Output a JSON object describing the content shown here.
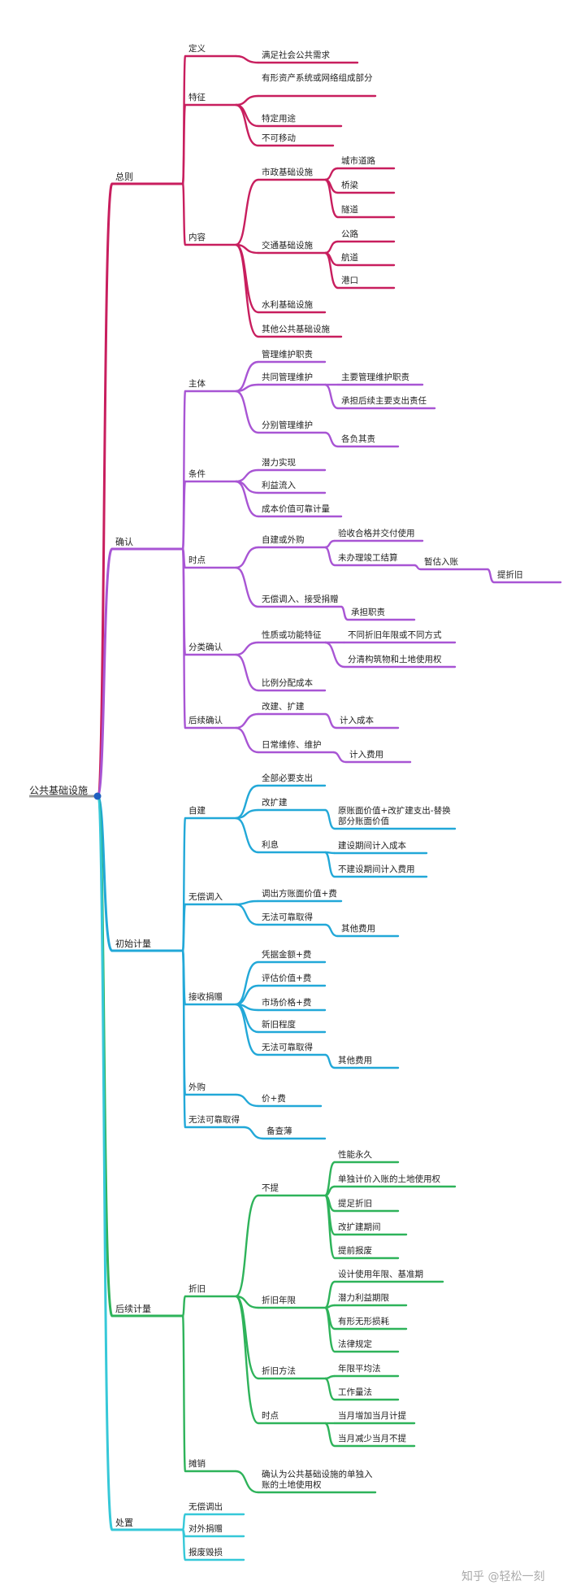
{
  "colors": {
    "zongze": "#c81e5e",
    "queren": "#a855d4",
    "chushi": "#22a8d8",
    "houxu": "#2eb35a",
    "chuzhi": "#36c8d8",
    "root": "#888888",
    "dot": "#2060c0"
  },
  "watermark": "知乎 @轻松一刻",
  "nodes": [
    {
      "id": "root",
      "text": "公共基础设施",
      "parent": null
    },
    {
      "id": "zz",
      "text": "总则",
      "parent": "root",
      "branch": "zongze"
    },
    {
      "id": "zz_dy",
      "text": "定义",
      "parent": "zz",
      "branch": "zongze"
    },
    {
      "id": "zz_dy_1",
      "text": "满足社会公共需求",
      "parent": "zz_dy",
      "branch": "zongze"
    },
    {
      "id": "zz_tz",
      "text": "特征",
      "parent": "zz",
      "branch": "zongze"
    },
    {
      "id": "zz_tz_1",
      "text": "有形资产系统或网络组成部分",
      "parent": "zz_tz",
      "branch": "zongze"
    },
    {
      "id": "zz_tz_2",
      "text": "特定用途",
      "parent": "zz_tz",
      "branch": "zongze"
    },
    {
      "id": "zz_tz_3",
      "text": "不可移动",
      "parent": "zz_tz",
      "branch": "zongze"
    },
    {
      "id": "zz_nr",
      "text": "内容",
      "parent": "zz",
      "branch": "zongze"
    },
    {
      "id": "zz_nr_sz",
      "text": "市政基础设施",
      "parent": "zz_nr",
      "branch": "zongze"
    },
    {
      "id": "zz_nr_sz_1",
      "text": "城市道路",
      "parent": "zz_nr_sz",
      "branch": "zongze"
    },
    {
      "id": "zz_nr_sz_2",
      "text": "桥梁",
      "parent": "zz_nr_sz",
      "branch": "zongze"
    },
    {
      "id": "zz_nr_sz_3",
      "text": "隧道",
      "parent": "zz_nr_sz",
      "branch": "zongze"
    },
    {
      "id": "zz_nr_jt",
      "text": "交通基础设施",
      "parent": "zz_nr",
      "branch": "zongze"
    },
    {
      "id": "zz_nr_jt_1",
      "text": "公路",
      "parent": "zz_nr_jt",
      "branch": "zongze"
    },
    {
      "id": "zz_nr_jt_2",
      "text": "航道",
      "parent": "zz_nr_jt",
      "branch": "zongze"
    },
    {
      "id": "zz_nr_jt_3",
      "text": "港口",
      "parent": "zz_nr_jt",
      "branch": "zongze"
    },
    {
      "id": "zz_nr_sl",
      "text": "水利基础设施",
      "parent": "zz_nr",
      "branch": "zongze"
    },
    {
      "id": "zz_nr_qt",
      "text": "其他公共基础设施",
      "parent": "zz_nr",
      "branch": "zongze"
    },
    {
      "id": "qr",
      "text": "确认",
      "parent": "root",
      "branch": "queren"
    },
    {
      "id": "qr_zt",
      "text": "主体",
      "parent": "qr",
      "branch": "queren"
    },
    {
      "id": "qr_zt_1",
      "text": "管理维护职责",
      "parent": "qr_zt",
      "branch": "queren"
    },
    {
      "id": "qr_zt_2",
      "text": "共同管理维护",
      "parent": "qr_zt",
      "branch": "queren"
    },
    {
      "id": "qr_zt_2a",
      "text": "主要管理维护职责",
      "parent": "qr_zt_2",
      "branch": "queren"
    },
    {
      "id": "qr_zt_2b",
      "text": "承担后续主要支出责任",
      "parent": "qr_zt_2",
      "branch": "queren"
    },
    {
      "id": "qr_zt_3",
      "text": "分别管理维护",
      "parent": "qr_zt",
      "branch": "queren"
    },
    {
      "id": "qr_zt_3a",
      "text": "各负其责",
      "parent": "qr_zt_3",
      "branch": "queren"
    },
    {
      "id": "qr_tj",
      "text": "条件",
      "parent": "qr",
      "branch": "queren"
    },
    {
      "id": "qr_tj_1",
      "text": "潜力实现",
      "parent": "qr_tj",
      "branch": "queren"
    },
    {
      "id": "qr_tj_2",
      "text": "利益流入",
      "parent": "qr_tj",
      "branch": "queren"
    },
    {
      "id": "qr_tj_3",
      "text": "成本价值可靠计量",
      "parent": "qr_tj",
      "branch": "queren"
    },
    {
      "id": "qr_sd",
      "text": "时点",
      "parent": "qr",
      "branch": "queren"
    },
    {
      "id": "qr_sd_1",
      "text": "自建或外购",
      "parent": "qr_sd",
      "branch": "queren"
    },
    {
      "id": "qr_sd_1a",
      "text": "验收合格并交付使用",
      "parent": "qr_sd_1",
      "branch": "queren"
    },
    {
      "id": "qr_sd_1b",
      "text": "未办理竣工结算",
      "parent": "qr_sd_1",
      "branch": "queren"
    },
    {
      "id": "qr_sd_1b1",
      "text": "暂估入账",
      "parent": "qr_sd_1b",
      "branch": "queren"
    },
    {
      "id": "qr_sd_1b2",
      "text": "提折旧",
      "parent": "qr_sd_1b1",
      "branch": "queren"
    },
    {
      "id": "qr_sd_2",
      "text": "无偿调入、接受捐赠",
      "parent": "qr_sd",
      "branch": "queren"
    },
    {
      "id": "qr_sd_2a",
      "text": "承担职责",
      "parent": "qr_sd_2",
      "branch": "queren"
    },
    {
      "id": "qr_fl",
      "text": "分类确认",
      "parent": "qr",
      "branch": "queren"
    },
    {
      "id": "qr_fl_1",
      "text": "性质或功能特征",
      "parent": "qr_fl",
      "branch": "queren"
    },
    {
      "id": "qr_fl_1a",
      "text": "不同折旧年限或不同方式",
      "parent": "qr_fl_1",
      "branch": "queren"
    },
    {
      "id": "qr_fl_1b",
      "text": "分清构筑物和土地使用权",
      "parent": "qr_fl_1",
      "branch": "queren"
    },
    {
      "id": "qr_fl_2",
      "text": "比例分配成本",
      "parent": "qr_fl",
      "branch": "queren"
    },
    {
      "id": "qr_hx",
      "text": "后续确认",
      "parent": "qr",
      "branch": "queren"
    },
    {
      "id": "qr_hx_1",
      "text": "改建、扩建",
      "parent": "qr_hx",
      "branch": "queren"
    },
    {
      "id": "qr_hx_1a",
      "text": "计入成本",
      "parent": "qr_hx_1",
      "branch": "queren"
    },
    {
      "id": "qr_hx_2",
      "text": "日常维修、维护",
      "parent": "qr_hx",
      "branch": "queren"
    },
    {
      "id": "qr_hx_2a",
      "text": "计入费用",
      "parent": "qr_hx_2",
      "branch": "queren"
    },
    {
      "id": "cs",
      "text": "初始计量",
      "parent": "root",
      "branch": "chushi"
    },
    {
      "id": "cs_zj",
      "text": "自建",
      "parent": "cs",
      "branch": "chushi"
    },
    {
      "id": "cs_zj_1",
      "text": "全部必要支出",
      "parent": "cs_zj",
      "branch": "chushi"
    },
    {
      "id": "cs_zj_2",
      "text": "改扩建",
      "parent": "cs_zj",
      "branch": "chushi"
    },
    {
      "id": "cs_zj_2a",
      "text": "原账面价值+改扩建支出-替换部分账面价值",
      "parent": "cs_zj_2",
      "branch": "chushi"
    },
    {
      "id": "cs_zj_3",
      "text": "利息",
      "parent": "cs_zj",
      "branch": "chushi"
    },
    {
      "id": "cs_zj_3a",
      "text": "建设期间计入成本",
      "parent": "cs_zj_3",
      "branch": "chushi"
    },
    {
      "id": "cs_zj_3b",
      "text": "不建设期间计入费用",
      "parent": "cs_zj_3",
      "branch": "chushi"
    },
    {
      "id": "cs_wc",
      "text": "无偿调入",
      "parent": "cs",
      "branch": "chushi"
    },
    {
      "id": "cs_wc_1",
      "text": "调出方账面价值+费",
      "parent": "cs_wc",
      "branch": "chushi"
    },
    {
      "id": "cs_wc_2",
      "text": "无法可靠取得",
      "parent": "cs_wc",
      "branch": "chushi"
    },
    {
      "id": "cs_wc_2a",
      "text": "其他费用",
      "parent": "cs_wc_2",
      "branch": "chushi"
    },
    {
      "id": "cs_js",
      "text": "接收捐赠",
      "parent": "cs",
      "branch": "chushi"
    },
    {
      "id": "cs_js_1",
      "text": "凭据金额+费",
      "parent": "cs_js",
      "branch": "chushi"
    },
    {
      "id": "cs_js_2",
      "text": "评估价值+费",
      "parent": "cs_js",
      "branch": "chushi"
    },
    {
      "id": "cs_js_3",
      "text": "市场价格+费",
      "parent": "cs_js",
      "branch": "chushi"
    },
    {
      "id": "cs_js_4",
      "text": "新旧程度",
      "parent": "cs_js",
      "branch": "chushi"
    },
    {
      "id": "cs_js_5",
      "text": "无法可靠取得",
      "parent": "cs_js",
      "branch": "chushi"
    },
    {
      "id": "cs_js_5a",
      "text": "其他费用",
      "parent": "cs_js_5",
      "branch": "chushi"
    },
    {
      "id": "cs_wg",
      "text": "外购",
      "parent": "cs",
      "branch": "chushi"
    },
    {
      "id": "cs_wg_1",
      "text": "价+费",
      "parent": "cs_wg",
      "branch": "chushi"
    },
    {
      "id": "cs_wf",
      "text": "无法可靠取得",
      "parent": "cs",
      "branch": "chushi"
    },
    {
      "id": "cs_wf_1",
      "text": "备查薄",
      "parent": "cs_wf",
      "branch": "chushi"
    },
    {
      "id": "hx",
      "text": "后续计量",
      "parent": "root",
      "branch": "houxu"
    },
    {
      "id": "hx_zj",
      "text": "折旧",
      "parent": "hx",
      "branch": "houxu"
    },
    {
      "id": "hx_zj_bt",
      "text": "不提",
      "parent": "hx_zj",
      "branch": "houxu"
    },
    {
      "id": "hx_zj_bt_1",
      "text": "性能永久",
      "parent": "hx_zj_bt",
      "branch": "houxu"
    },
    {
      "id": "hx_zj_bt_2",
      "text": "单独计价入账的土地使用权",
      "parent": "hx_zj_bt",
      "branch": "houxu"
    },
    {
      "id": "hx_zj_bt_3",
      "text": "提足折旧",
      "parent": "hx_zj_bt",
      "branch": "houxu"
    },
    {
      "id": "hx_zj_bt_4",
      "text": "改扩建期间",
      "parent": "hx_zj_bt",
      "branch": "houxu"
    },
    {
      "id": "hx_zj_bt_5",
      "text": "提前报废",
      "parent": "hx_zj_bt",
      "branch": "houxu"
    },
    {
      "id": "hx_zj_nx",
      "text": "折旧年限",
      "parent": "hx_zj",
      "branch": "houxu"
    },
    {
      "id": "hx_zj_nx_1",
      "text": "设计使用年限、基准期",
      "parent": "hx_zj_nx",
      "branch": "houxu"
    },
    {
      "id": "hx_zj_nx_2",
      "text": "潜力利益期限",
      "parent": "hx_zj_nx",
      "branch": "houxu"
    },
    {
      "id": "hx_zj_nx_3",
      "text": "有形无形损耗",
      "parent": "hx_zj_nx",
      "branch": "houxu"
    },
    {
      "id": "hx_zj_nx_4",
      "text": "法律规定",
      "parent": "hx_zj_nx",
      "branch": "houxu"
    },
    {
      "id": "hx_zj_ff",
      "text": "折旧方法",
      "parent": "hx_zj",
      "branch": "houxu"
    },
    {
      "id": "hx_zj_ff_1",
      "text": "年限平均法",
      "parent": "hx_zj_ff",
      "branch": "houxu"
    },
    {
      "id": "hx_zj_ff_2",
      "text": "工作量法",
      "parent": "hx_zj_ff",
      "branch": "houxu"
    },
    {
      "id": "hx_zj_sd",
      "text": "时点",
      "parent": "hx_zj",
      "branch": "houxu"
    },
    {
      "id": "hx_zj_sd_1",
      "text": "当月增加当月计提",
      "parent": "hx_zj_sd",
      "branch": "houxu"
    },
    {
      "id": "hx_zj_sd_2",
      "text": "当月减少当月不提",
      "parent": "hx_zj_sd",
      "branch": "houxu"
    },
    {
      "id": "hx_tx",
      "text": "摊销",
      "parent": "hx",
      "branch": "houxu"
    },
    {
      "id": "hx_tx_1",
      "text": "确认为公共基础设施的单独入账的土地使用权",
      "parent": "hx_tx",
      "branch": "houxu"
    },
    {
      "id": "cz",
      "text": "处置",
      "parent": "root",
      "branch": "chuzhi"
    },
    {
      "id": "cz_1",
      "text": "无偿调出",
      "parent": "cz",
      "branch": "chuzhi"
    },
    {
      "id": "cz_2",
      "text": "对外捐赠",
      "parent": "cz",
      "branch": "chuzhi"
    },
    {
      "id": "cz_3",
      "text": "报废毁损",
      "parent": "cz",
      "branch": "chuzhi"
    }
  ]
}
